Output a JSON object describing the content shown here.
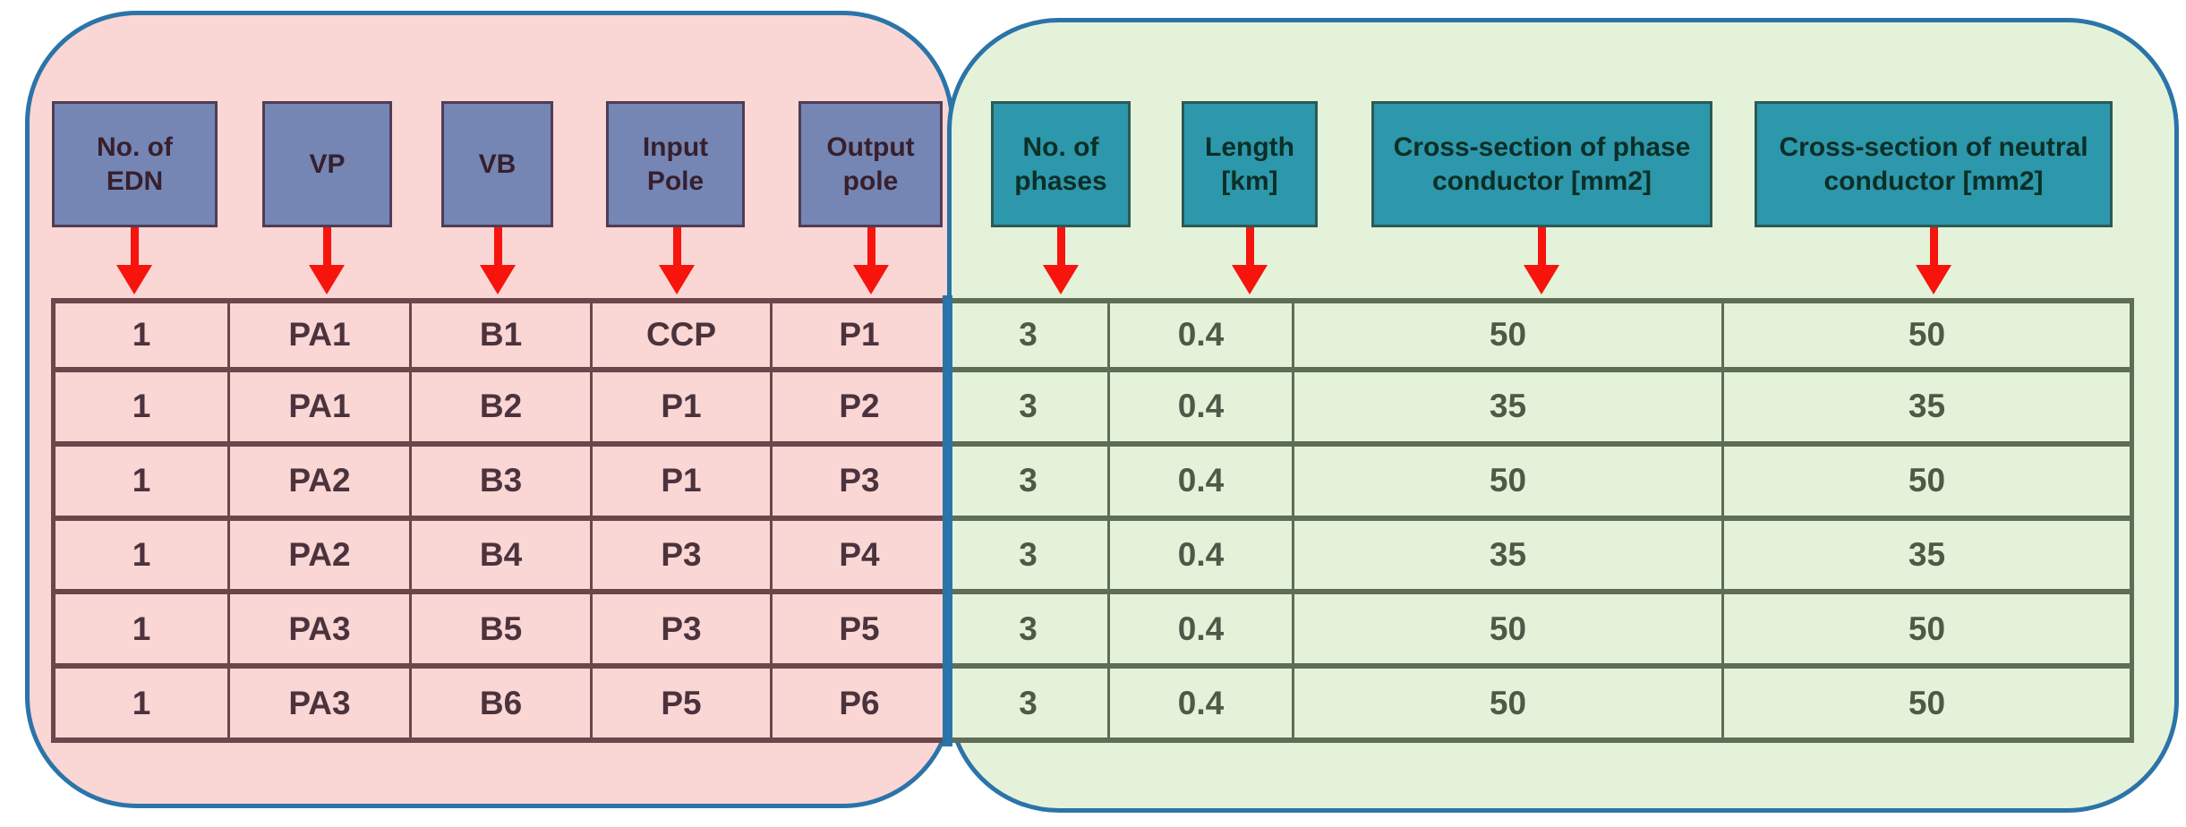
{
  "figure": {
    "description": "Annotated input-data table of an electrical distribution network, split into two highlighted groups"
  },
  "colors": {
    "panel_border_blue": "#2b74a9",
    "left_panel_fill": "#fad6d4",
    "right_panel_fill": "#e5f2da",
    "slate_box_fill": "#7586b4",
    "slate_box_border": "#4f3d55",
    "teal_box_fill": "#2d97ab",
    "teal_box_border": "#2b5a55",
    "arrow_red": "#f6140c",
    "left_grid_line": "#6d464c",
    "right_grid_line": "#5e6d55"
  },
  "left_panel": {
    "headers": [
      {
        "label": "No. of\nEDN"
      },
      {
        "label": "VP"
      },
      {
        "label": "VB"
      },
      {
        "label": "Input\nPole"
      },
      {
        "label": "Output\npole"
      }
    ]
  },
  "right_panel": {
    "headers": [
      {
        "label": "No. of\nphases"
      },
      {
        "label": "Length\n[km]"
      },
      {
        "label": "Cross-section of phase\nconductor [mm2]"
      },
      {
        "label": "Cross-section of neutral\nconductor [mm2]"
      }
    ]
  },
  "table": {
    "column_names": [
      "No. of EDN",
      "VP",
      "VB",
      "Input Pole",
      "Output pole",
      "No. of phases",
      "Length [km]",
      "Cross-section of phase conductor [mm2]",
      "Cross-section of neutral conductor [mm2]"
    ],
    "rows": [
      [
        "1",
        "PA1",
        "B1",
        "CCP",
        "P1",
        "3",
        "0.4",
        "50",
        "50"
      ],
      [
        "1",
        "PA1",
        "B2",
        "P1",
        "P2",
        "3",
        "0.4",
        "35",
        "35"
      ],
      [
        "1",
        "PA2",
        "B3",
        "P1",
        "P3",
        "3",
        "0.4",
        "50",
        "50"
      ],
      [
        "1",
        "PA2",
        "B4",
        "P3",
        "P4",
        "3",
        "0.4",
        "35",
        "35"
      ],
      [
        "1",
        "PA3",
        "B5",
        "P3",
        "P5",
        "3",
        "0.4",
        "50",
        "50"
      ],
      [
        "1",
        "PA3",
        "B6",
        "P5",
        "P6",
        "3",
        "0.4",
        "50",
        "50"
      ]
    ]
  }
}
